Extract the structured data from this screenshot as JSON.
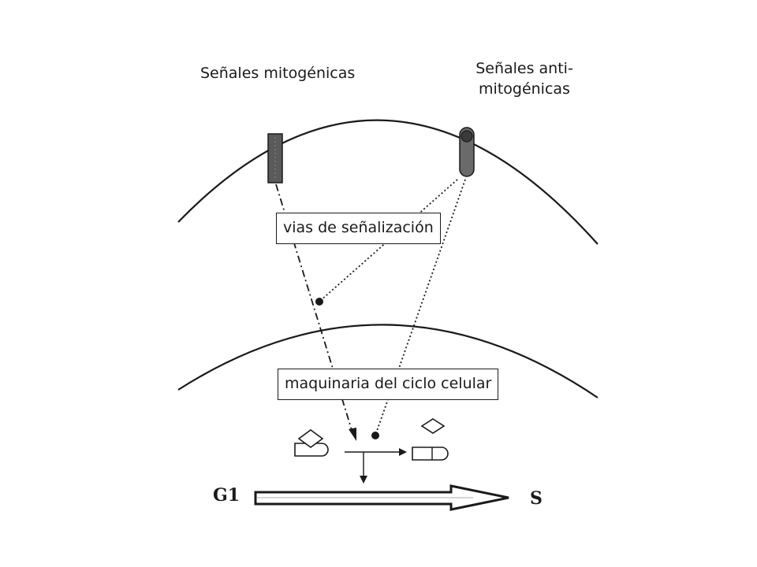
{
  "labels": {
    "mitogenic": "Señales mitogénicas",
    "anti_line1": "Señales anti-",
    "anti_line2": "mitogénicas",
    "pathways": "vias de señalización",
    "machinery": "maquinaria del ciclo celular",
    "g1": "G1",
    "s": "S"
  },
  "colors": {
    "ink": "#1a1a1a",
    "receptor_fill": "#5a5a5a",
    "background": "#ffffff"
  }
}
